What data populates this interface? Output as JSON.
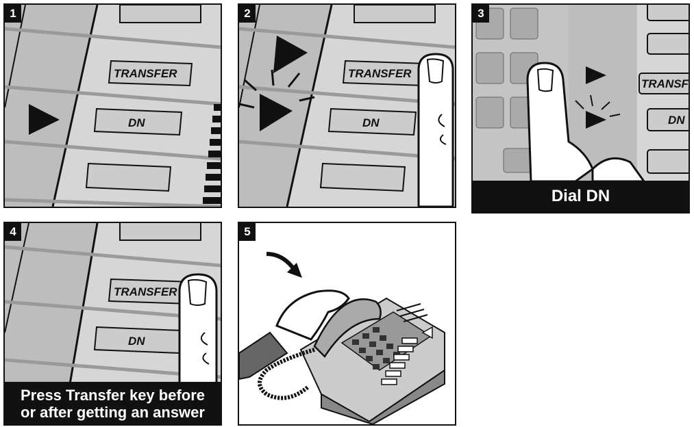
{
  "panels": [
    {
      "number": "1",
      "keys": [
        "TRANSFER",
        "DN"
      ]
    },
    {
      "number": "2",
      "keys": [
        "TRANSFER",
        "DN"
      ]
    },
    {
      "number": "3",
      "keys": [
        "TRANSF",
        "DN"
      ],
      "caption": "Dial DN"
    },
    {
      "number": "4",
      "keys": [
        "TRANSFER",
        "DN"
      ],
      "caption_line1": "Press Transfer key before",
      "caption_line2": "or after getting an answer"
    },
    {
      "number": "5"
    }
  ]
}
